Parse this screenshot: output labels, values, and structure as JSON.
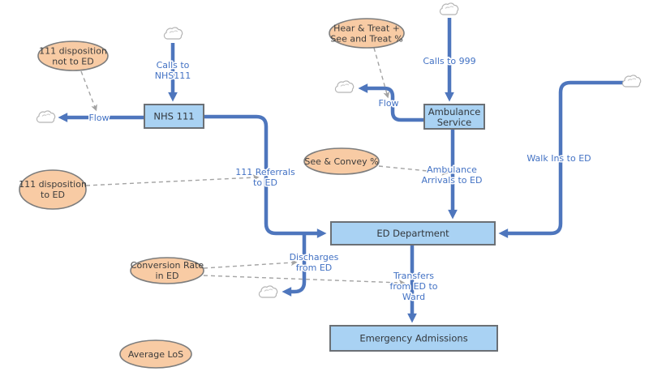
{
  "colors": {
    "stock_fill": "#a9d2f3",
    "stock_border": "#6b7075",
    "variable_fill": "#f8cba4",
    "variable_border": "#7d7d7d",
    "pipe_blue": "#4e76bd",
    "flow_label_blue": "#4372c4",
    "connector_gray": "#a3a3a3",
    "cloud_gray": "#b5b5b5",
    "background": "#ffffff"
  },
  "stocks": {
    "nhs111": {
      "label": "NHS 111"
    },
    "ambulance": {
      "line1": "Ambulance",
      "line2": "Service"
    },
    "ed": {
      "label": "ED Department"
    },
    "admissions": {
      "label": "Emergency Admissions"
    }
  },
  "flows": {
    "calls_nhs111": {
      "line1": "Calls to",
      "line2": "NHS111"
    },
    "flow_nhs111": {
      "label": "Flow"
    },
    "calls_999": {
      "label": "Calls to 999"
    },
    "flow_ambulance": {
      "label": "Flow"
    },
    "referrals": {
      "line1": "111 Referrals",
      "line2": "to ED"
    },
    "arrivals": {
      "line1": "Ambulance",
      "line2": "Arrivals to ED"
    },
    "walk_ins": {
      "label": "Walk Ins to ED"
    },
    "discharges": {
      "line1": "Discharges",
      "line2": "from ED"
    },
    "transfers": {
      "line1": "Transfers",
      "line2": "from ED to",
      "line3": "Ward"
    }
  },
  "variables": {
    "disposition_not_ed": {
      "line1": "111 disposition",
      "line2": "not to ED"
    },
    "disposition_ed": {
      "line1": "111 disposition",
      "line2": "to ED"
    },
    "hear_treat": {
      "line1": "Hear & Treat +",
      "line2": "See and Treat %"
    },
    "see_convey": {
      "label": "See & Convey %"
    },
    "conversion_rate": {
      "line1": "Conversion Rate",
      "line2": "in ED"
    },
    "average_los": {
      "label": "Average LoS"
    }
  }
}
